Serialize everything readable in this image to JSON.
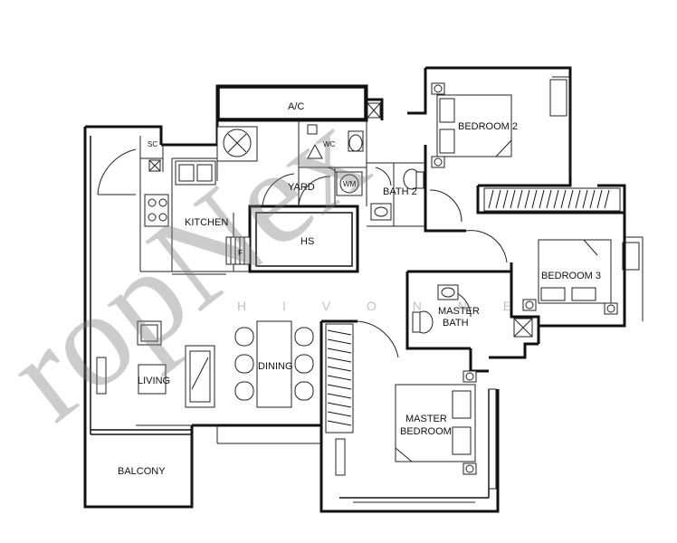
{
  "rooms": {
    "ac": "A/C",
    "sc": "SC",
    "wc": "WC",
    "yard": "YARD",
    "wm": "WM",
    "bath2": "BATH 2",
    "kitchen": "KITCHEN",
    "hs": "HS",
    "f": "F",
    "bedroom2": "BEDROOM 2",
    "bedroom3": "BEDROOM 3",
    "master_bath_1": "MASTER",
    "master_bath_2": "BATH",
    "living": "LIVING",
    "dining": "DINING",
    "master_bedroom_1": "MASTER",
    "master_bedroom_2": "BEDROOM",
    "balcony": "BALCONY"
  },
  "watermark": {
    "main": "ropNex",
    "sub": "H I V O N N E"
  }
}
